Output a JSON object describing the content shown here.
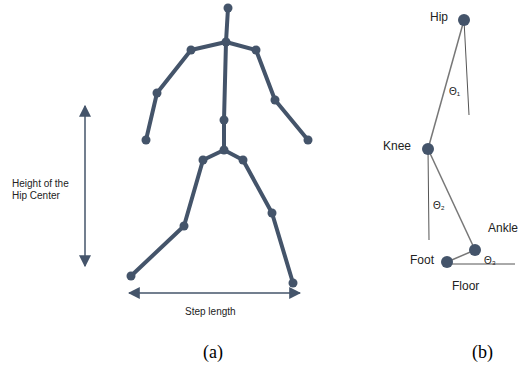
{
  "diagram": {
    "labels": [
      "Height of the Hip Center",
      "Step length",
      "Hip",
      "Knee",
      "Ankle",
      "Foot",
      "Floor",
      "Θ₁",
      "Θ₂",
      "Θ₃",
      "(a)",
      "(b)"
    ]
  }
}
